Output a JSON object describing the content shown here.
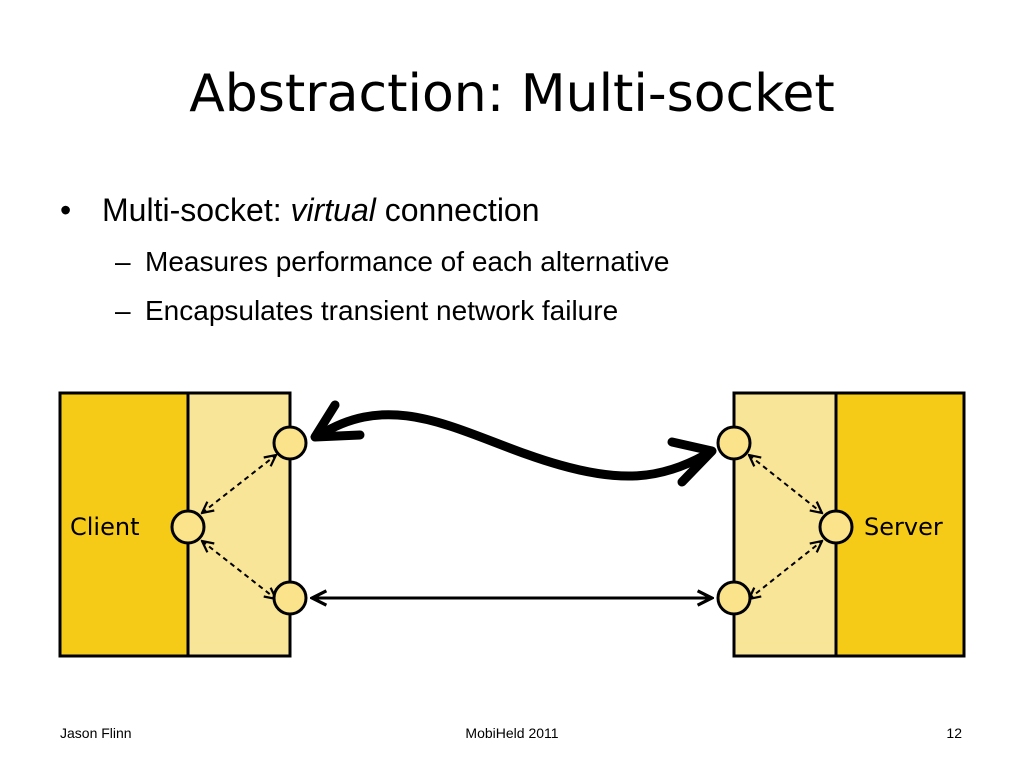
{
  "slide": {
    "title": "Abstraction: Multi-socket",
    "bullet": {
      "prefix": "Multi-socket: ",
      "emphasis": "virtual",
      "suffix": " connection"
    },
    "sub_bullets": [
      "Measures performance of each alternative",
      "Encapsulates transient network failure"
    ]
  },
  "diagram": {
    "client_label": "Client",
    "server_label": "Server",
    "colors": {
      "dark_yellow": "#f5cb17",
      "light_yellow": "#f9e598",
      "node_fill": "#fbe38b",
      "stroke": "#000000"
    }
  },
  "footer": {
    "author": "Jason Flinn",
    "venue": "MobiHeld 2011",
    "page": "12"
  }
}
